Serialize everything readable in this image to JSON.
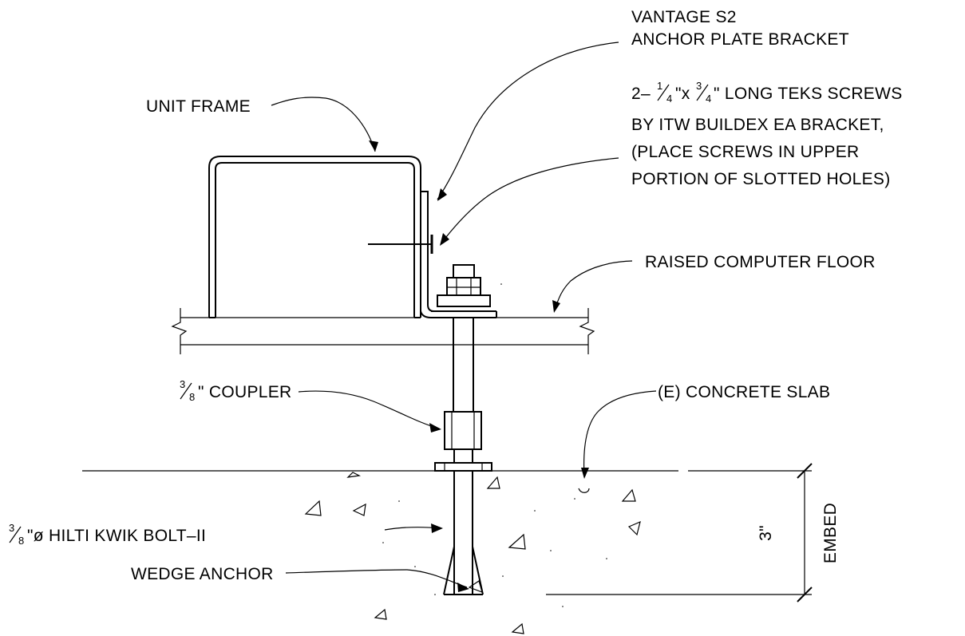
{
  "labels": {
    "bracket_line1": "VANTAGE S2",
    "bracket_line2": "ANCHOR PLATE BRACKET",
    "screws_prefix": "2–",
    "screws_frac1_num": "1",
    "screws_frac1_den": "4",
    "screws_x": "\"x",
    "screws_frac2_num": "3",
    "screws_frac2_den": "4",
    "screws_suffix": "\" LONG TEKS SCREWS",
    "screws_line2": "BY ITW BUILDEX EA BRACKET,",
    "screws_line3": "(PLACE SCREWS IN UPPER",
    "screws_line4": "PORTION OF SLOTTED HOLES)",
    "unit_frame": "UNIT FRAME",
    "raised_floor": "RAISED COMPUTER FLOOR",
    "coupler_num": "3",
    "coupler_den": "8",
    "coupler_text": "\" COUPLER",
    "concrete_slab": "(E) CONCRETE SLAB",
    "anchor_num": "3",
    "anchor_den": "8",
    "anchor_line1": "\"ø HILTI KWIK BOLT–II",
    "anchor_line2": "WEDGE ANCHOR",
    "embed_value": "3\"",
    "embed_label": "EMBED"
  }
}
